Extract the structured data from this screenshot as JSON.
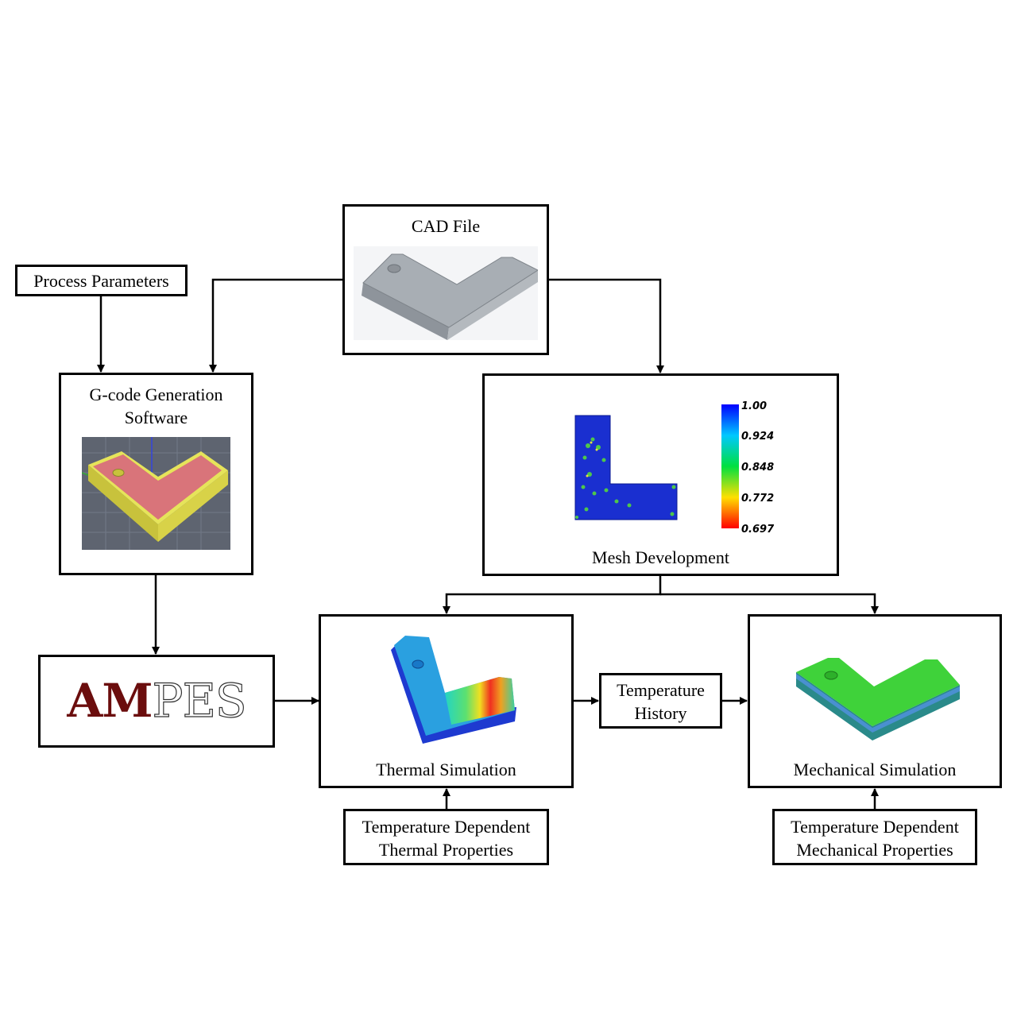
{
  "nodes": {
    "cad_file": {
      "label": "CAD File"
    },
    "process_parameters": {
      "label": "Process Parameters"
    },
    "gcode": {
      "label_line1": "G-code Generation",
      "label_line2": "Software"
    },
    "mesh": {
      "label": "Mesh Development",
      "colorbar_ticks": [
        "1.00",
        "0.924",
        "0.848",
        "0.772",
        "0.697"
      ]
    },
    "ampes": {
      "logo_part1": "AM",
      "logo_part2": "PES"
    },
    "thermal": {
      "label": "Thermal Simulation"
    },
    "temperature_history": {
      "label_line1": "Temperature",
      "label_line2": "History"
    },
    "mechanical": {
      "label": "Mechanical Simulation"
    },
    "thermal_props": {
      "label_line1": "Temperature Dependent",
      "label_line2": "Thermal Properties"
    },
    "mechanical_props": {
      "label_line1": "Temperature Dependent",
      "label_line2": "Mechanical Properties"
    }
  },
  "edges": [
    {
      "from": "process_parameters",
      "to": "gcode"
    },
    {
      "from": "cad_file",
      "to": "gcode"
    },
    {
      "from": "cad_file",
      "to": "mesh"
    },
    {
      "from": "gcode",
      "to": "ampes"
    },
    {
      "from": "ampes",
      "to": "thermal"
    },
    {
      "from": "mesh",
      "to": "thermal"
    },
    {
      "from": "mesh",
      "to": "mechanical"
    },
    {
      "from": "thermal",
      "to": "temperature_history"
    },
    {
      "from": "temperature_history",
      "to": "mechanical"
    },
    {
      "from": "thermal_props",
      "to": "thermal"
    },
    {
      "from": "mechanical_props",
      "to": "mechanical"
    }
  ],
  "colors": {
    "ampes_logo": "#6b0d0d",
    "colorbar_top": "#0000ff",
    "colorbar_bottom": "#ff0000",
    "mesh_body": "#1a2fd0"
  }
}
